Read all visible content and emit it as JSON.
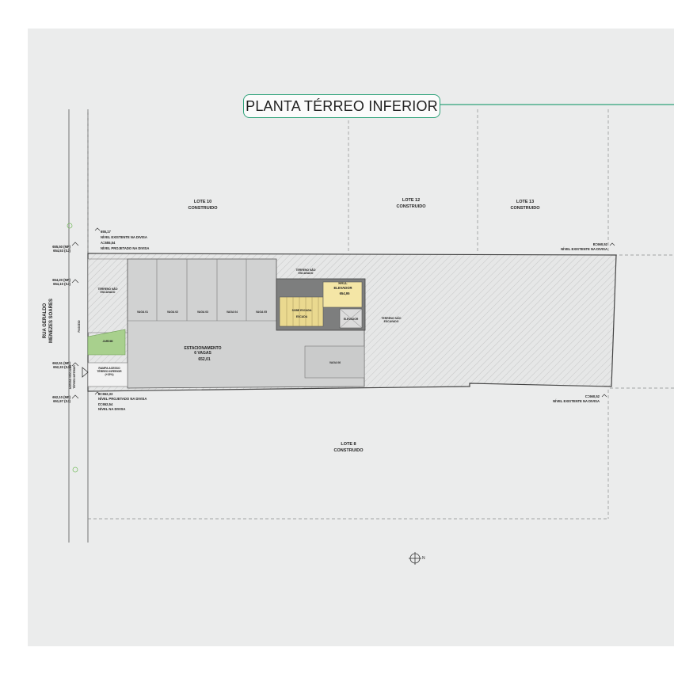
{
  "title": "PLANTA TÉRREO INFERIOR",
  "colors": {
    "sheet": "#ebecec",
    "accent_green": "#2fa27a",
    "parking_fill": "#d1d2d2",
    "garden_fill": "#a8d08d",
    "hall_fill": "#f4e6a6",
    "stair_fill": "#ead98f"
  },
  "lots": {
    "lote10": {
      "name": "LOTE 10",
      "status": "CONSTRUIDO"
    },
    "lote12": {
      "name": "LOTE 12",
      "status": "CONSTRUIDO"
    },
    "lote13": {
      "name": "LOTE 13",
      "status": "CONSTRUIDO"
    },
    "lote8": {
      "name": "LOTE 8",
      "status": "CONSTRUIDO"
    }
  },
  "street": {
    "line1": "RUA GERALDO",
    "line2": "MENEZES SOARES",
    "sidewalk": "PASSEIO"
  },
  "access": {
    "line1": "ACESSO VEÍCULOS",
    "line2": "TÉRREO INFERIOR"
  },
  "levels": {
    "top_left_a": "655,50 (MF)",
    "top_left_b": "654,53 (SJ)",
    "mid_left_a": "654,20 (MF)",
    "mid_left_b": "654,10 (SJ)",
    "acc_left_a": "652,51 (MF)",
    "acc_left_b": "652,33 (SJ)",
    "bot_left_a": "652,10 (MF)",
    "bot_left_b": "651,97 (SJ)",
    "top_note_val": "655,17",
    "top_note_1": "NÍVEL EXISTENTE NA DIVISA",
    "top_note_2": "A=655,54",
    "top_note_3": "NÍVEL PROJETADO NA DIVISA",
    "bot_note_1": "D=652,33",
    "bot_note_2": "NÍVEL PROJETADO NA DIVISA",
    "bot_note_3": "D=652,54",
    "bot_note_4": "NÍVEL NA DIVISA",
    "right_top_1": "B=660,52",
    "right_top_2": "NÍVEL EXISTENTE NA DIVISA",
    "right_bot_1": "C=660,52",
    "right_bot_2": "NÍVEL EXISTENTE NA DIVISA"
  },
  "rooms": {
    "terreno_left": {
      "line1": "TERRENO NÃO",
      "line2": "ESCAVADO"
    },
    "terreno_top": {
      "line1": "TERRENO NÃO",
      "line2": "ESCAVADO"
    },
    "terreno_right": {
      "line1": "TERRENO NÃO",
      "line2": "ESCAVADO"
    },
    "jardim": "JARDIM",
    "rampa": {
      "line1": "RAMPA ACESSO",
      "line2": "TÉRREO INFERIOR",
      "line3": "(+15%)"
    },
    "vagas": [
      "VAGA 01",
      "VAGA 02",
      "VAGA 03",
      "VAGA 04",
      "VAGA 05",
      "VAGA 06"
    ],
    "estacionamento": {
      "line1": "ESTACIONAMENTO",
      "line2": "6 VAGAS",
      "level": "652,01"
    },
    "hall": {
      "line1": "HALL",
      "line2": "ELEVADOR",
      "level": "654,95"
    },
    "escada": "ESCADA",
    "elevador": "ELEVADOR",
    "stair_note": "ESCADA",
    "stair_top_note": "SOBE ESCADA"
  },
  "north": "N"
}
